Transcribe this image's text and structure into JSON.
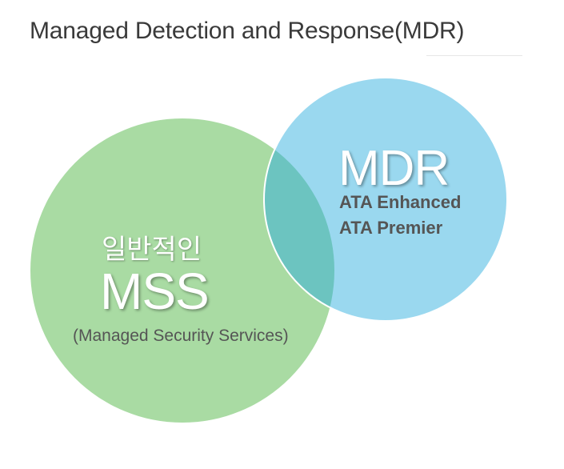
{
  "title": "Managed Detection and Response(MDR)",
  "mss": {
    "korean_label": "일반적인",
    "acronym": "MSS",
    "full_name": "(Managed Security Services)",
    "color": "#a9dba3"
  },
  "mdr": {
    "acronym": "MDR",
    "items": [
      "ATA Enhanced",
      "ATA Premier"
    ],
    "color": "#9ad8ef"
  },
  "overlap_color": "#6cc4c0"
}
